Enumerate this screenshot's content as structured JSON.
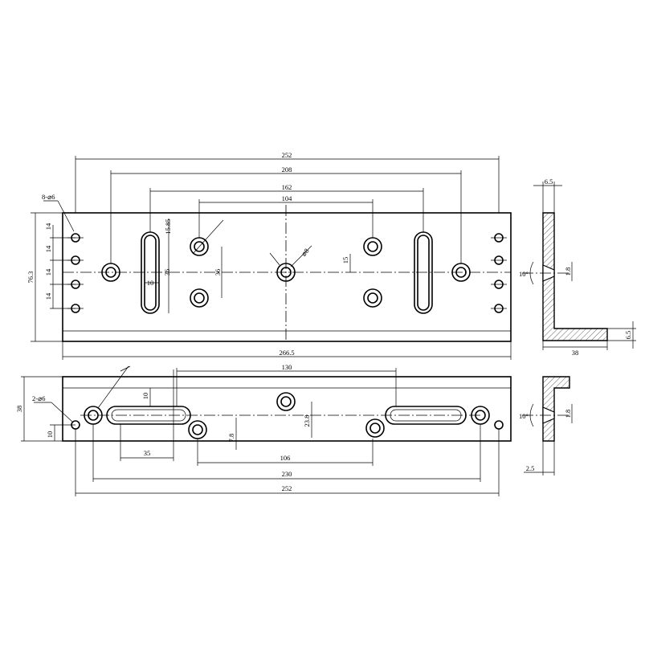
{
  "front_view": {
    "overall_length": "252",
    "hole_span_outer": "208",
    "slot_span": "162",
    "hole_span_inner": "104",
    "base_length": "266.5",
    "height": "76.3",
    "hole_count_label": "8-⌀6",
    "hole_pitch": [
      "14",
      "14",
      "14",
      "14"
    ],
    "slot_width_dim": "15.85",
    "slot_inner_dim": "10",
    "slot_len_dim": "36",
    "center_hole_dim": "⌀8",
    "center_spacing": "36",
    "slot_offset": "15"
  },
  "bottom_view": {
    "slot_span": "130",
    "hole_count_label": "2-⌀6",
    "depth": "38",
    "edge_offset": "10",
    "slot_width": "10",
    "slot_offset_left": "35",
    "hole_offset": "7.8",
    "center_hole_offset": "23.8",
    "inner_span": "106",
    "hole_span": "230",
    "overall_length": "252"
  },
  "side_view": {
    "wall_thickness": "6.5",
    "countersink_angle": "10°",
    "countersink_depth": "1.8",
    "flange_width": "38",
    "flange_thickness": "6.5"
  },
  "section_view": {
    "countersink_angle": "10°",
    "countersink_depth": "1.8",
    "web_thickness": "2.5"
  }
}
